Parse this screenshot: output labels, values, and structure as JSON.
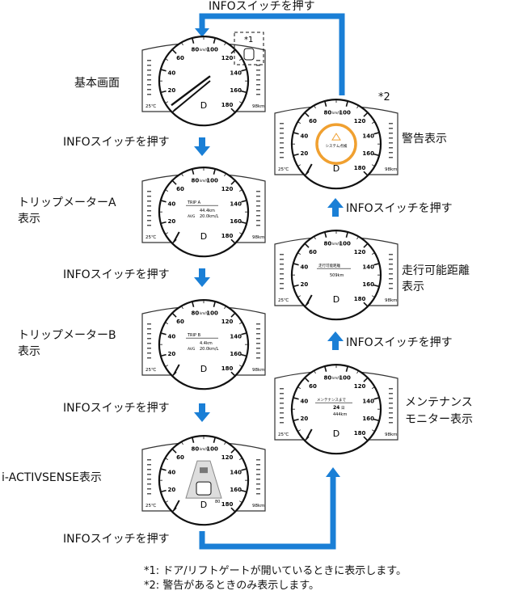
{
  "arrow_label": "INFOスイッチを押す",
  "colors": {
    "accent": "#1a7fd6",
    "warning": "#f0a030"
  },
  "gauge": {
    "speed_ticks": [
      "20",
      "40",
      "60",
      "80",
      "100",
      "120",
      "140",
      "160",
      "180"
    ],
    "unit": "km/h",
    "gear": "D",
    "temp": "25℃",
    "odo": "98km"
  },
  "screens": {
    "basic": {
      "label": "基本画面",
      "marker": "*1"
    },
    "trip_a": {
      "label_line1": "トリップメーターA",
      "label_line2": "表示",
      "title": "TRIP A",
      "distance": "44.4km",
      "avg_label": "AVG",
      "avg": "20.0km/L"
    },
    "trip_b": {
      "label_line1": "トリップメーターB",
      "label_line2": "表示",
      "title": "TRIP B",
      "distance": "4.4km",
      "avg_label": "AVG",
      "avg": "20.0km/L"
    },
    "iactiv": {
      "label": "i-ACTIVSENSE表示",
      "value": "80"
    },
    "maintenance": {
      "label_line1": "メンテナンス",
      "label_line2": "モニター表示",
      "title": "メンテナンスまで",
      "days": "24",
      "days_unit": "日",
      "km": "444km"
    },
    "range": {
      "label_line1": "走行可能距離",
      "label_line2": "表示",
      "title": "走行可能距離",
      "value": "509km"
    },
    "warning": {
      "label": "警告表示",
      "marker": "*2",
      "text": "システム点検"
    }
  },
  "footnotes": [
    "*1: ドア/リフトゲートが開いているときに表示します。",
    "*2: 警告があるときのみ表示します。"
  ]
}
